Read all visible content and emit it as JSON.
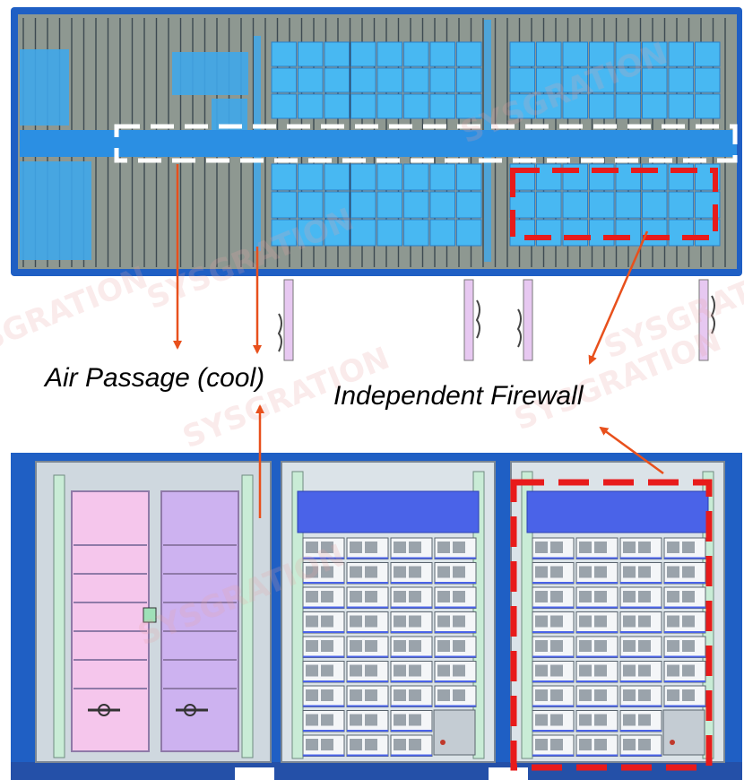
{
  "labels": {
    "air_passage": "Air Passage (cool)",
    "firewall": "Independent Firewall"
  },
  "watermark": "SYSGRATION",
  "colors": {
    "frame_blue": "#1f5fc4",
    "rack_gray": "#8e9891",
    "module_blue": "#3fb2ef",
    "highlight_white": "#ffffff",
    "highlight_red": "#e81b1b",
    "arrow_red": "#e8501c",
    "door_pink": "#f5c6ec",
    "door_violet": "#cdb2f0",
    "cabinet_gray": "#cfd8df",
    "banner_blue": "#4a63e8"
  }
}
